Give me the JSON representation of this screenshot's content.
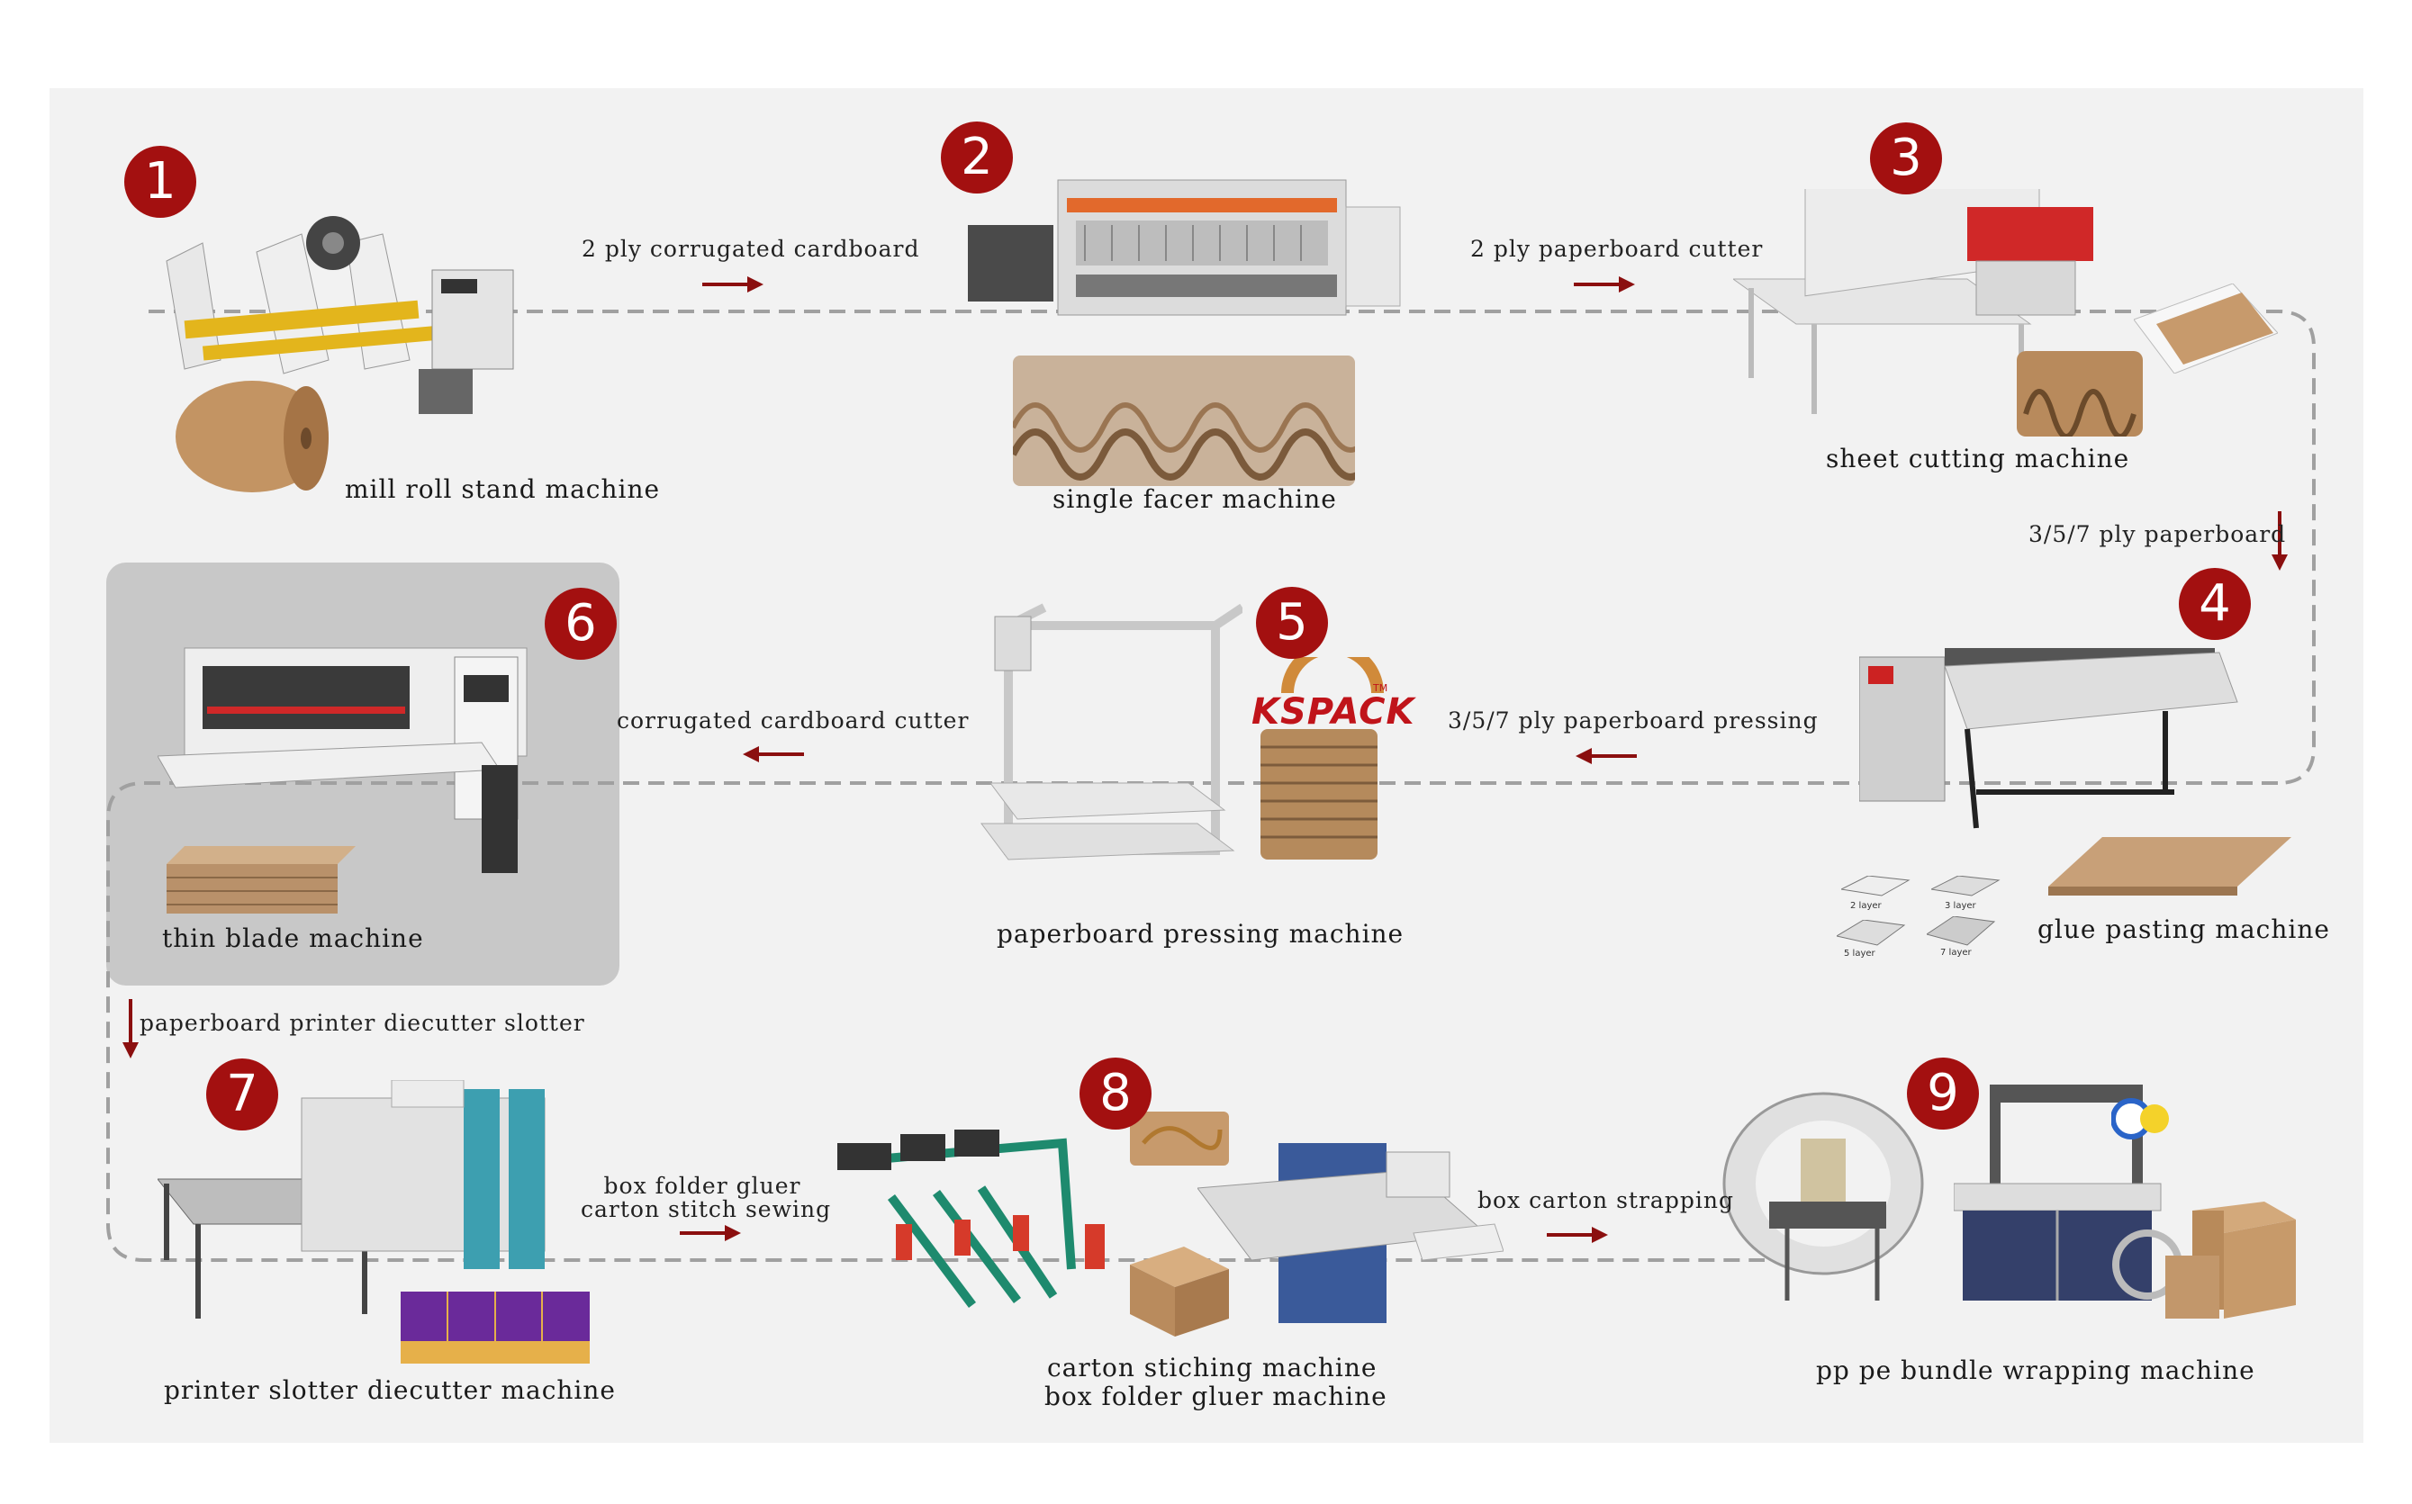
{
  "steps": [
    {
      "number": "1",
      "name": "mill roll stand machine"
    },
    {
      "number": "2",
      "name": "single facer machine"
    },
    {
      "number": "3",
      "name": "sheet cutting machine"
    },
    {
      "number": "4",
      "name": "glue pasting machine"
    },
    {
      "number": "5",
      "name": "paperboard pressing machine"
    },
    {
      "number": "6",
      "name": "thin blade machine"
    },
    {
      "number": "7",
      "name": "printer slotter diecutter machine"
    },
    {
      "number": "8",
      "name": "carton stiching machine",
      "name2": "box folder gluer machine"
    },
    {
      "number": "9",
      "name": "pp pe  bundle wrapping machine"
    }
  ],
  "flows": {
    "f1": "2 ply corrugated cardboard",
    "f2": "2 ply paperboard cutter",
    "f3": "3/5/7 ply paperboard",
    "f4": "3/5/7 ply paperboard pressing",
    "f5": "corrugated cardboard cutter",
    "f6": "paperboard printer diecutter slotter",
    "f7a": "box folder gluer",
    "f7b": "carton stitch sewing",
    "f8": "box carton strapping"
  },
  "brand": {
    "name": "KSPACK",
    "tm": "TM"
  },
  "layers": {
    "l2": "2 layer",
    "l3": "3 layer",
    "l5": "5 layer",
    "l7": "7 layer"
  },
  "colors": {
    "accent": "#a31010",
    "panel": "#f2f2f2",
    "dash": "#a0a0a0"
  }
}
